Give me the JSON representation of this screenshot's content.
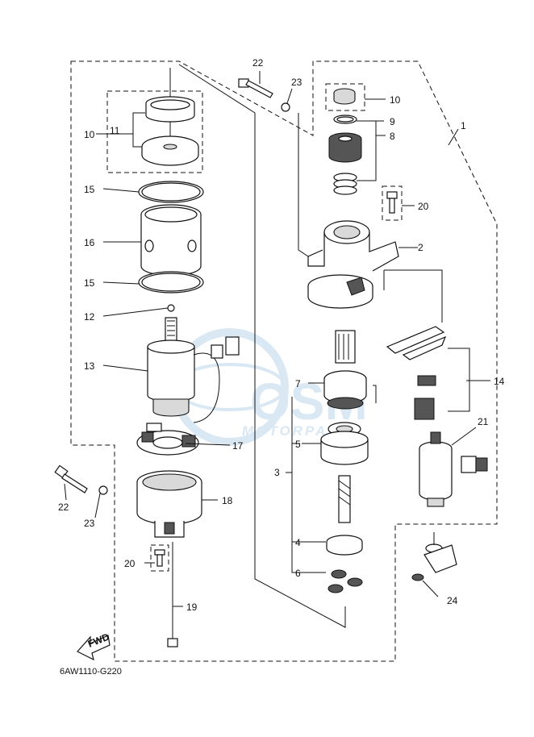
{
  "diagram_code": "6AW1110-G220",
  "direction_label": "FWD",
  "watermark": {
    "brand": "OSM",
    "tagline": "MOTORPARTS",
    "color": "#bcd6ea"
  },
  "callouts": [
    {
      "id": "c1",
      "text": "1"
    },
    {
      "id": "c2",
      "text": "2"
    },
    {
      "id": "c3",
      "text": "3"
    },
    {
      "id": "c4",
      "text": "4"
    },
    {
      "id": "c5",
      "text": "5"
    },
    {
      "id": "c6",
      "text": "6"
    },
    {
      "id": "c7",
      "text": "7"
    },
    {
      "id": "c8",
      "text": "8"
    },
    {
      "id": "c9",
      "text": "9"
    },
    {
      "id": "c10a",
      "text": "10"
    },
    {
      "id": "c10b",
      "text": "10"
    },
    {
      "id": "c11",
      "text": "11"
    },
    {
      "id": "c12",
      "text": "12"
    },
    {
      "id": "c13",
      "text": "13"
    },
    {
      "id": "c14",
      "text": "14"
    },
    {
      "id": "c15a",
      "text": "15"
    },
    {
      "id": "c15b",
      "text": "15"
    },
    {
      "id": "c16",
      "text": "16"
    },
    {
      "id": "c17",
      "text": "17"
    },
    {
      "id": "c18",
      "text": "18"
    },
    {
      "id": "c19",
      "text": "19"
    },
    {
      "id": "c20a",
      "text": "20"
    },
    {
      "id": "c20b",
      "text": "20"
    },
    {
      "id": "c21",
      "text": "21"
    },
    {
      "id": "c22a",
      "text": "22"
    },
    {
      "id": "c22b",
      "text": "22"
    },
    {
      "id": "c23a",
      "text": "23"
    },
    {
      "id": "c23b",
      "text": "23"
    },
    {
      "id": "c24",
      "text": "24"
    }
  ]
}
